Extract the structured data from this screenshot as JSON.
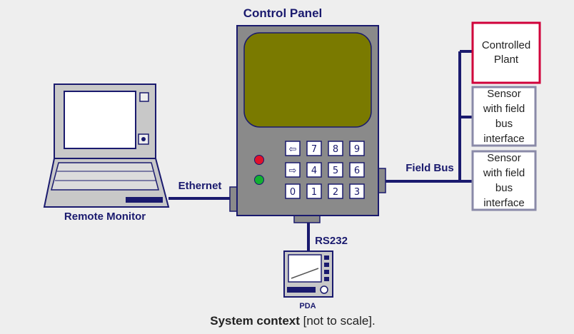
{
  "diagram": {
    "control_panel": {
      "title": "Control Panel",
      "keypad": [
        [
          "⇦",
          "7",
          "8",
          "9"
        ],
        [
          "⇨",
          "4",
          "5",
          "6"
        ],
        [
          "0",
          "1",
          "2",
          "3"
        ]
      ]
    },
    "remote_monitor": {
      "label": "Remote Monitor"
    },
    "ethernet": {
      "label": "Ethernet"
    },
    "field_bus": {
      "label": "Field Bus"
    },
    "rs232": {
      "label": "RS232"
    },
    "pda": {
      "label": "PDA"
    },
    "controlled_plant": {
      "line1": "Controlled",
      "line2": "Plant"
    },
    "sensors": [
      {
        "lines": [
          "Sensor",
          "with field",
          "bus",
          "interface"
        ]
      },
      {
        "lines": [
          "Sensor",
          "with field",
          "bus",
          "interface"
        ]
      }
    ]
  },
  "caption": {
    "bold": "System context",
    "rest": " [not to scale]."
  },
  "colors": {
    "navy": "#1a1a6e",
    "panel_gray": "#8a8a8a",
    "screen_olive": "#7a7a00",
    "plant_border": "#d0003a",
    "led_red": "#e0102a",
    "led_green": "#12b030"
  }
}
